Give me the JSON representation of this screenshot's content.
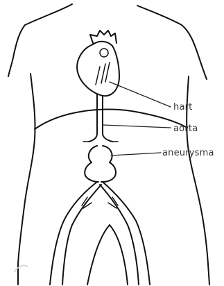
{
  "labels": {
    "heart": "hart",
    "aorta": "aorta",
    "aneurysm": "aneurysma"
  },
  "colors": {
    "ink": "#111111",
    "label": "#333333",
    "background": "#ffffff"
  }
}
